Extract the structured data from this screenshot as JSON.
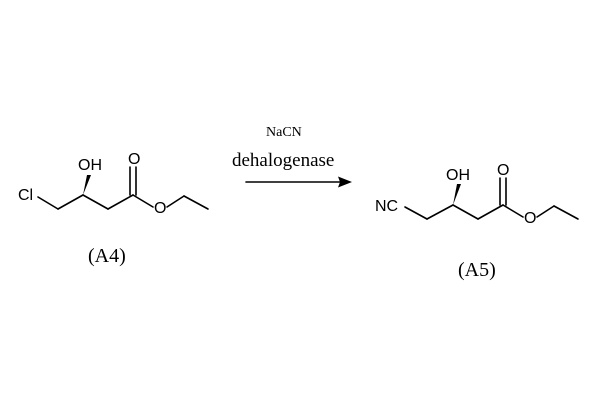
{
  "reactant": {
    "atoms": {
      "cl": "Cl",
      "oh": "OH",
      "o_carbonyl": "O",
      "o_ester": "O"
    },
    "label": "(A4)"
  },
  "product": {
    "atoms": {
      "nc": "NC",
      "oh": "OH",
      "o_carbonyl": "O",
      "o_ester": "O"
    },
    "label": "(A5)"
  },
  "reaction": {
    "reagent": "NaCN",
    "catalyst": "dehalogenase"
  }
}
